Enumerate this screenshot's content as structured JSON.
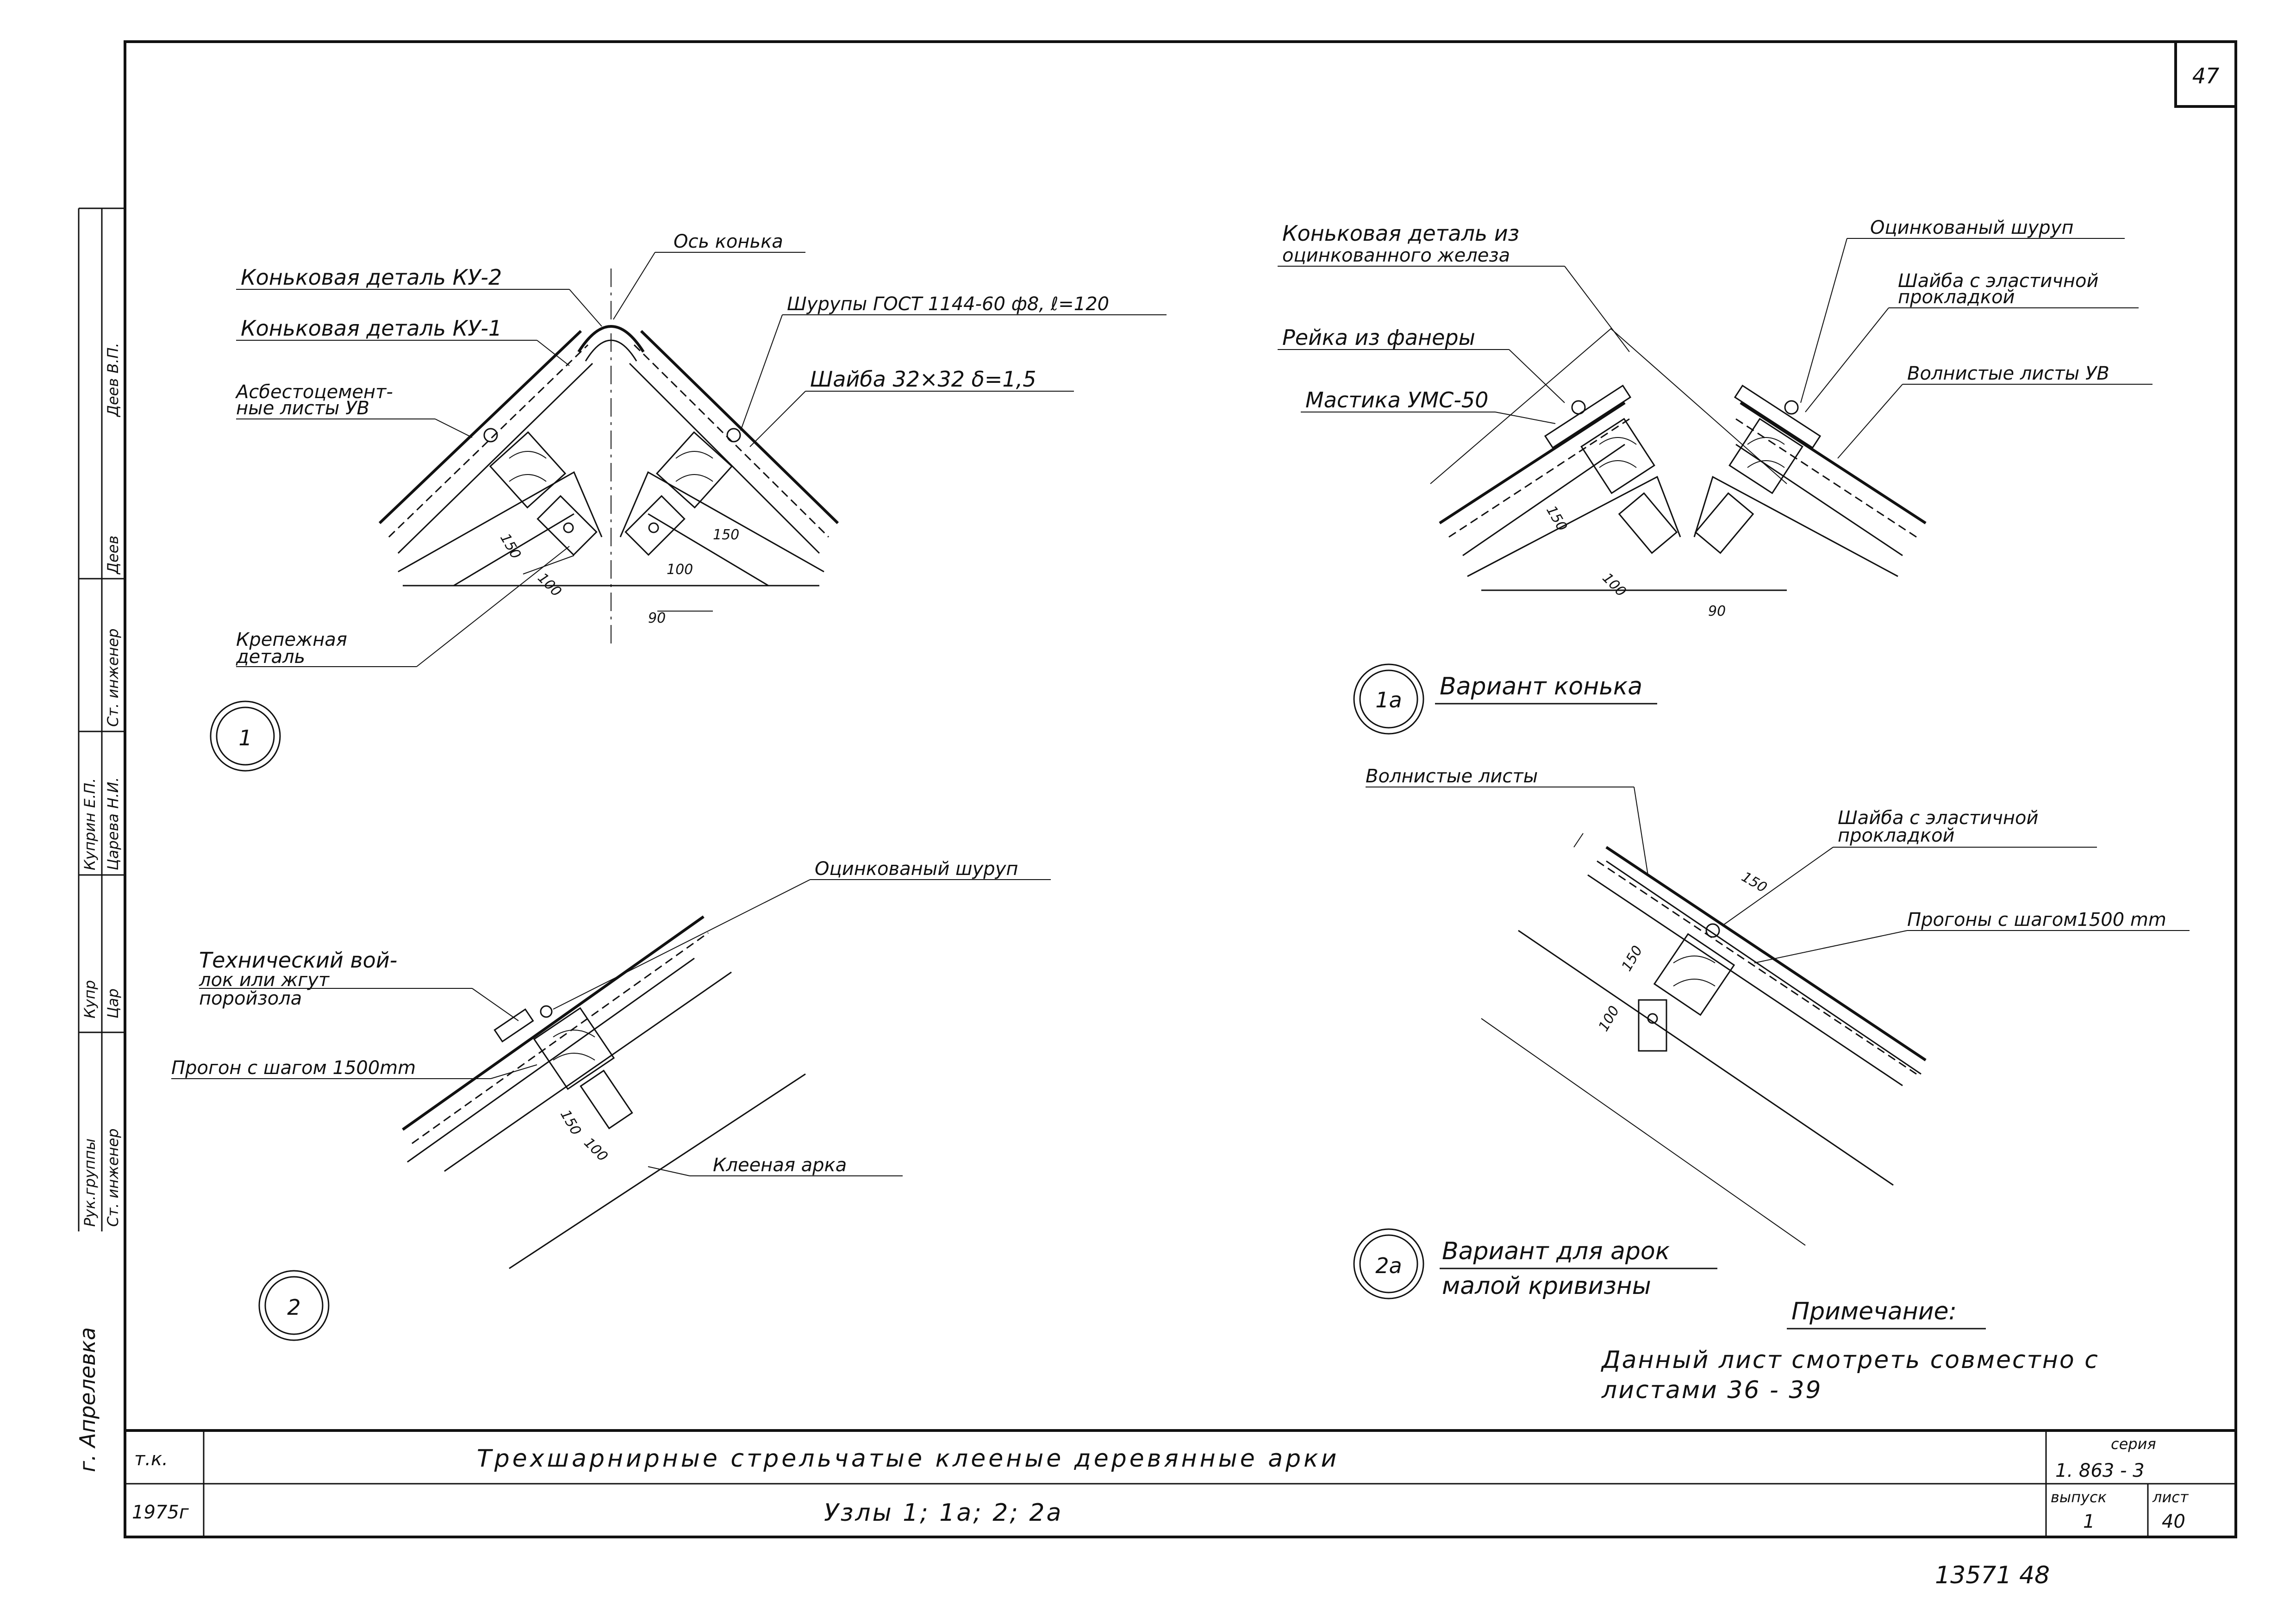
{
  "sheet": {
    "page_number": "47",
    "bottom_number": "13571 48"
  },
  "node1": {
    "marker": "1",
    "labels": {
      "ridge_axis": "Ось конька",
      "ridge_ku2": "Коньковая деталь КУ-2",
      "ridge_ku1": "Коньковая деталь КУ-1",
      "asbestos_line1": "Асбестоцемент-",
      "asbestos_line2": "ные листы УВ",
      "screws": "Шурупы ГОСТ 1144-60 ф8, ℓ=120",
      "washer": "Шайба 32×32  δ=1,5",
      "fastener_line1": "Крепежная",
      "fastener_line2": "деталь"
    },
    "dims": {
      "d150": "150",
      "d100a": "100",
      "d100b": "100",
      "d150b": "150",
      "d90": "90"
    }
  },
  "node1a": {
    "marker": "1а",
    "title": "Вариант конька",
    "labels": {
      "ridge_line1": "Коньковая деталь из",
      "ridge_line2": "оцинкованного железа",
      "plywood": "Рейка из фанеры",
      "mastic": "Мастика УМС-50",
      "screw": "Оцинкованый шуруп",
      "washer_line1": "Шайба с эластичной",
      "washer_line2": "прокладкой",
      "sheets": "Волнистые листы УВ"
    },
    "dims": {
      "d150": "150",
      "d100": "100",
      "d90": "90"
    }
  },
  "node2": {
    "marker": "2",
    "labels": {
      "screw": "Оцинкованый шуруп",
      "felt_line1": "Технический вой-",
      "felt_line2": "лок или жгут",
      "felt_line3": "поройзола",
      "purlin": "Прогон с шагом 1500mm",
      "arch": "Клееная арка"
    },
    "dims": {
      "d150": "150",
      "d100": "100"
    }
  },
  "node2a": {
    "marker": "2а",
    "title_line1": "Вариант для арок",
    "title_line2": "малой кривизны",
    "labels": {
      "sheets": "Волнистые листы",
      "washer_line1": "Шайба с эластичной",
      "washer_line2": "прокладкой",
      "purlins": "Прогоны с шагом1500 mm"
    },
    "dims": {
      "d150a": "150",
      "d150b": "150",
      "d100": "100"
    }
  },
  "note": {
    "heading": "Примечание:",
    "line1": "Данный лист смотреть совместно с",
    "line2": "листами 36 - 39"
  },
  "side_stamp": {
    "rows": [
      {
        "role": "Рук.группы",
        "sign": "Купр",
        "name": "Куприн Е.П."
      },
      {
        "role": "Ст. инженер",
        "sign": "Цар",
        "name": "Царева Н.И."
      },
      {
        "role": "Ст. инженер",
        "sign": "Деев",
        "name": "Деев В.П."
      }
    ],
    "city": "г. Апрелевка"
  },
  "title_block": {
    "org": "т.к.",
    "year": "1975г",
    "title": "Трехшарнирные стрельчатые клееные деревянные арки",
    "subtitle": "Узлы 1; 1а; 2; 2а",
    "series_label": "серия",
    "series_value": "1. 863 - 3",
    "issue_label": "выпуск",
    "issue_value": "1",
    "sheet_label": "лист",
    "sheet_value": "40"
  }
}
